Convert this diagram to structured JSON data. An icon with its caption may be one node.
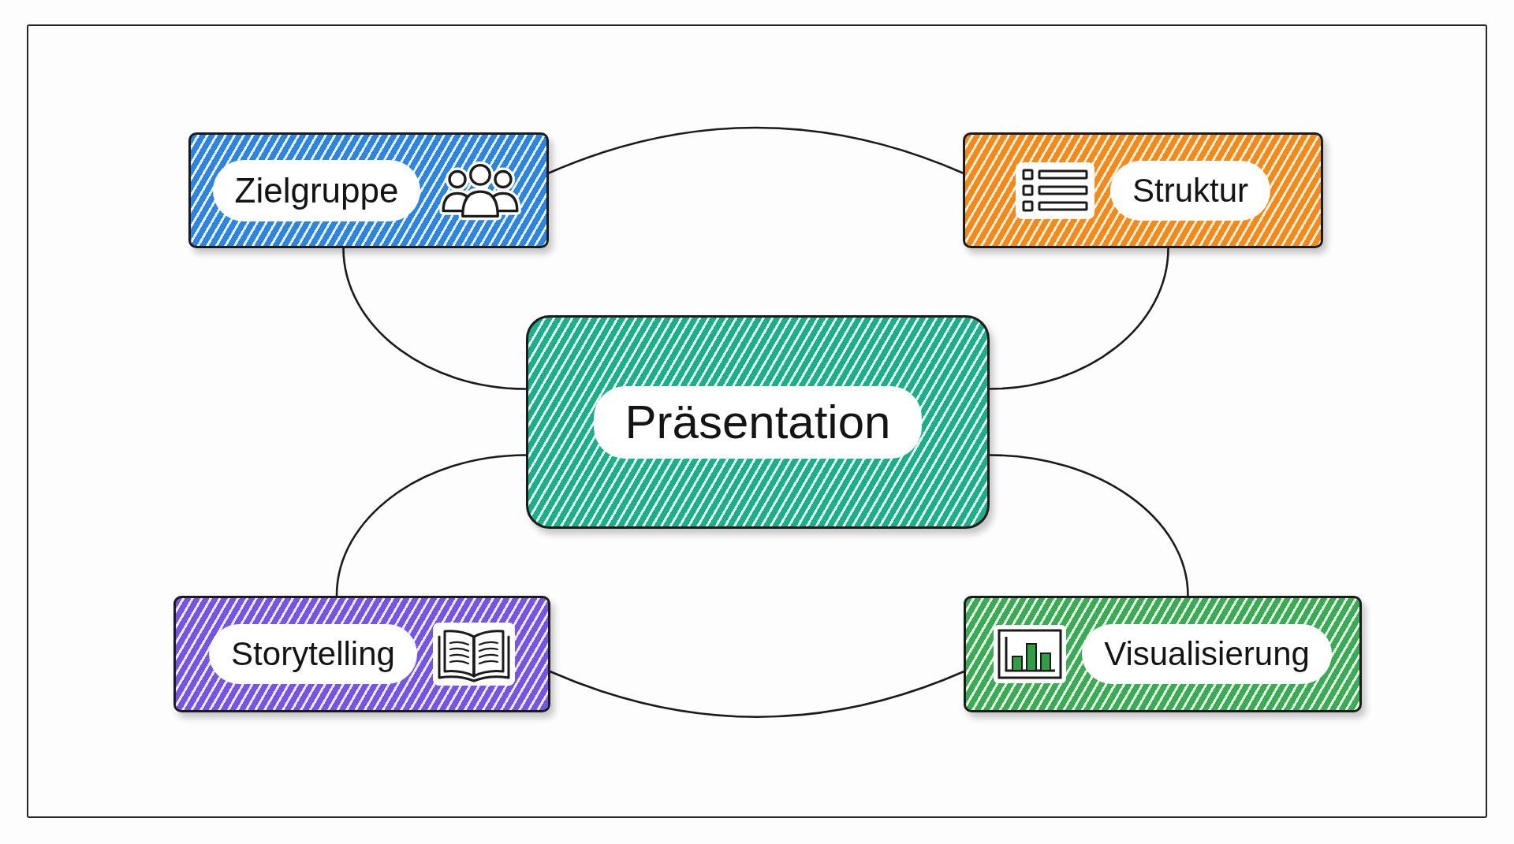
{
  "diagram": {
    "nodes": [
      {
        "text": [
          "Zielgruppe"
        ]
      },
      {
        "text": [
          "Struktur"
        ]
      },
      {
        "text": [
          "Präsentation"
        ]
      },
      {
        "text": [
          "Storytelling"
        ]
      },
      {
        "text": [
          "Visualisierung"
        ]
      }
    ],
    "edges": [
      {
        "from": 0,
        "to": 1,
        "arrow": "none"
      },
      {
        "from": 0,
        "to": 2,
        "arrow": "none"
      },
      {
        "from": 1,
        "to": 2,
        "arrow": "none"
      },
      {
        "from": 3,
        "to": 2,
        "arrow": "none"
      },
      {
        "from": 4,
        "to": 2,
        "arrow": "none"
      },
      {
        "from": 3,
        "to": 4,
        "arrow": "none"
      }
    ]
  }
}
